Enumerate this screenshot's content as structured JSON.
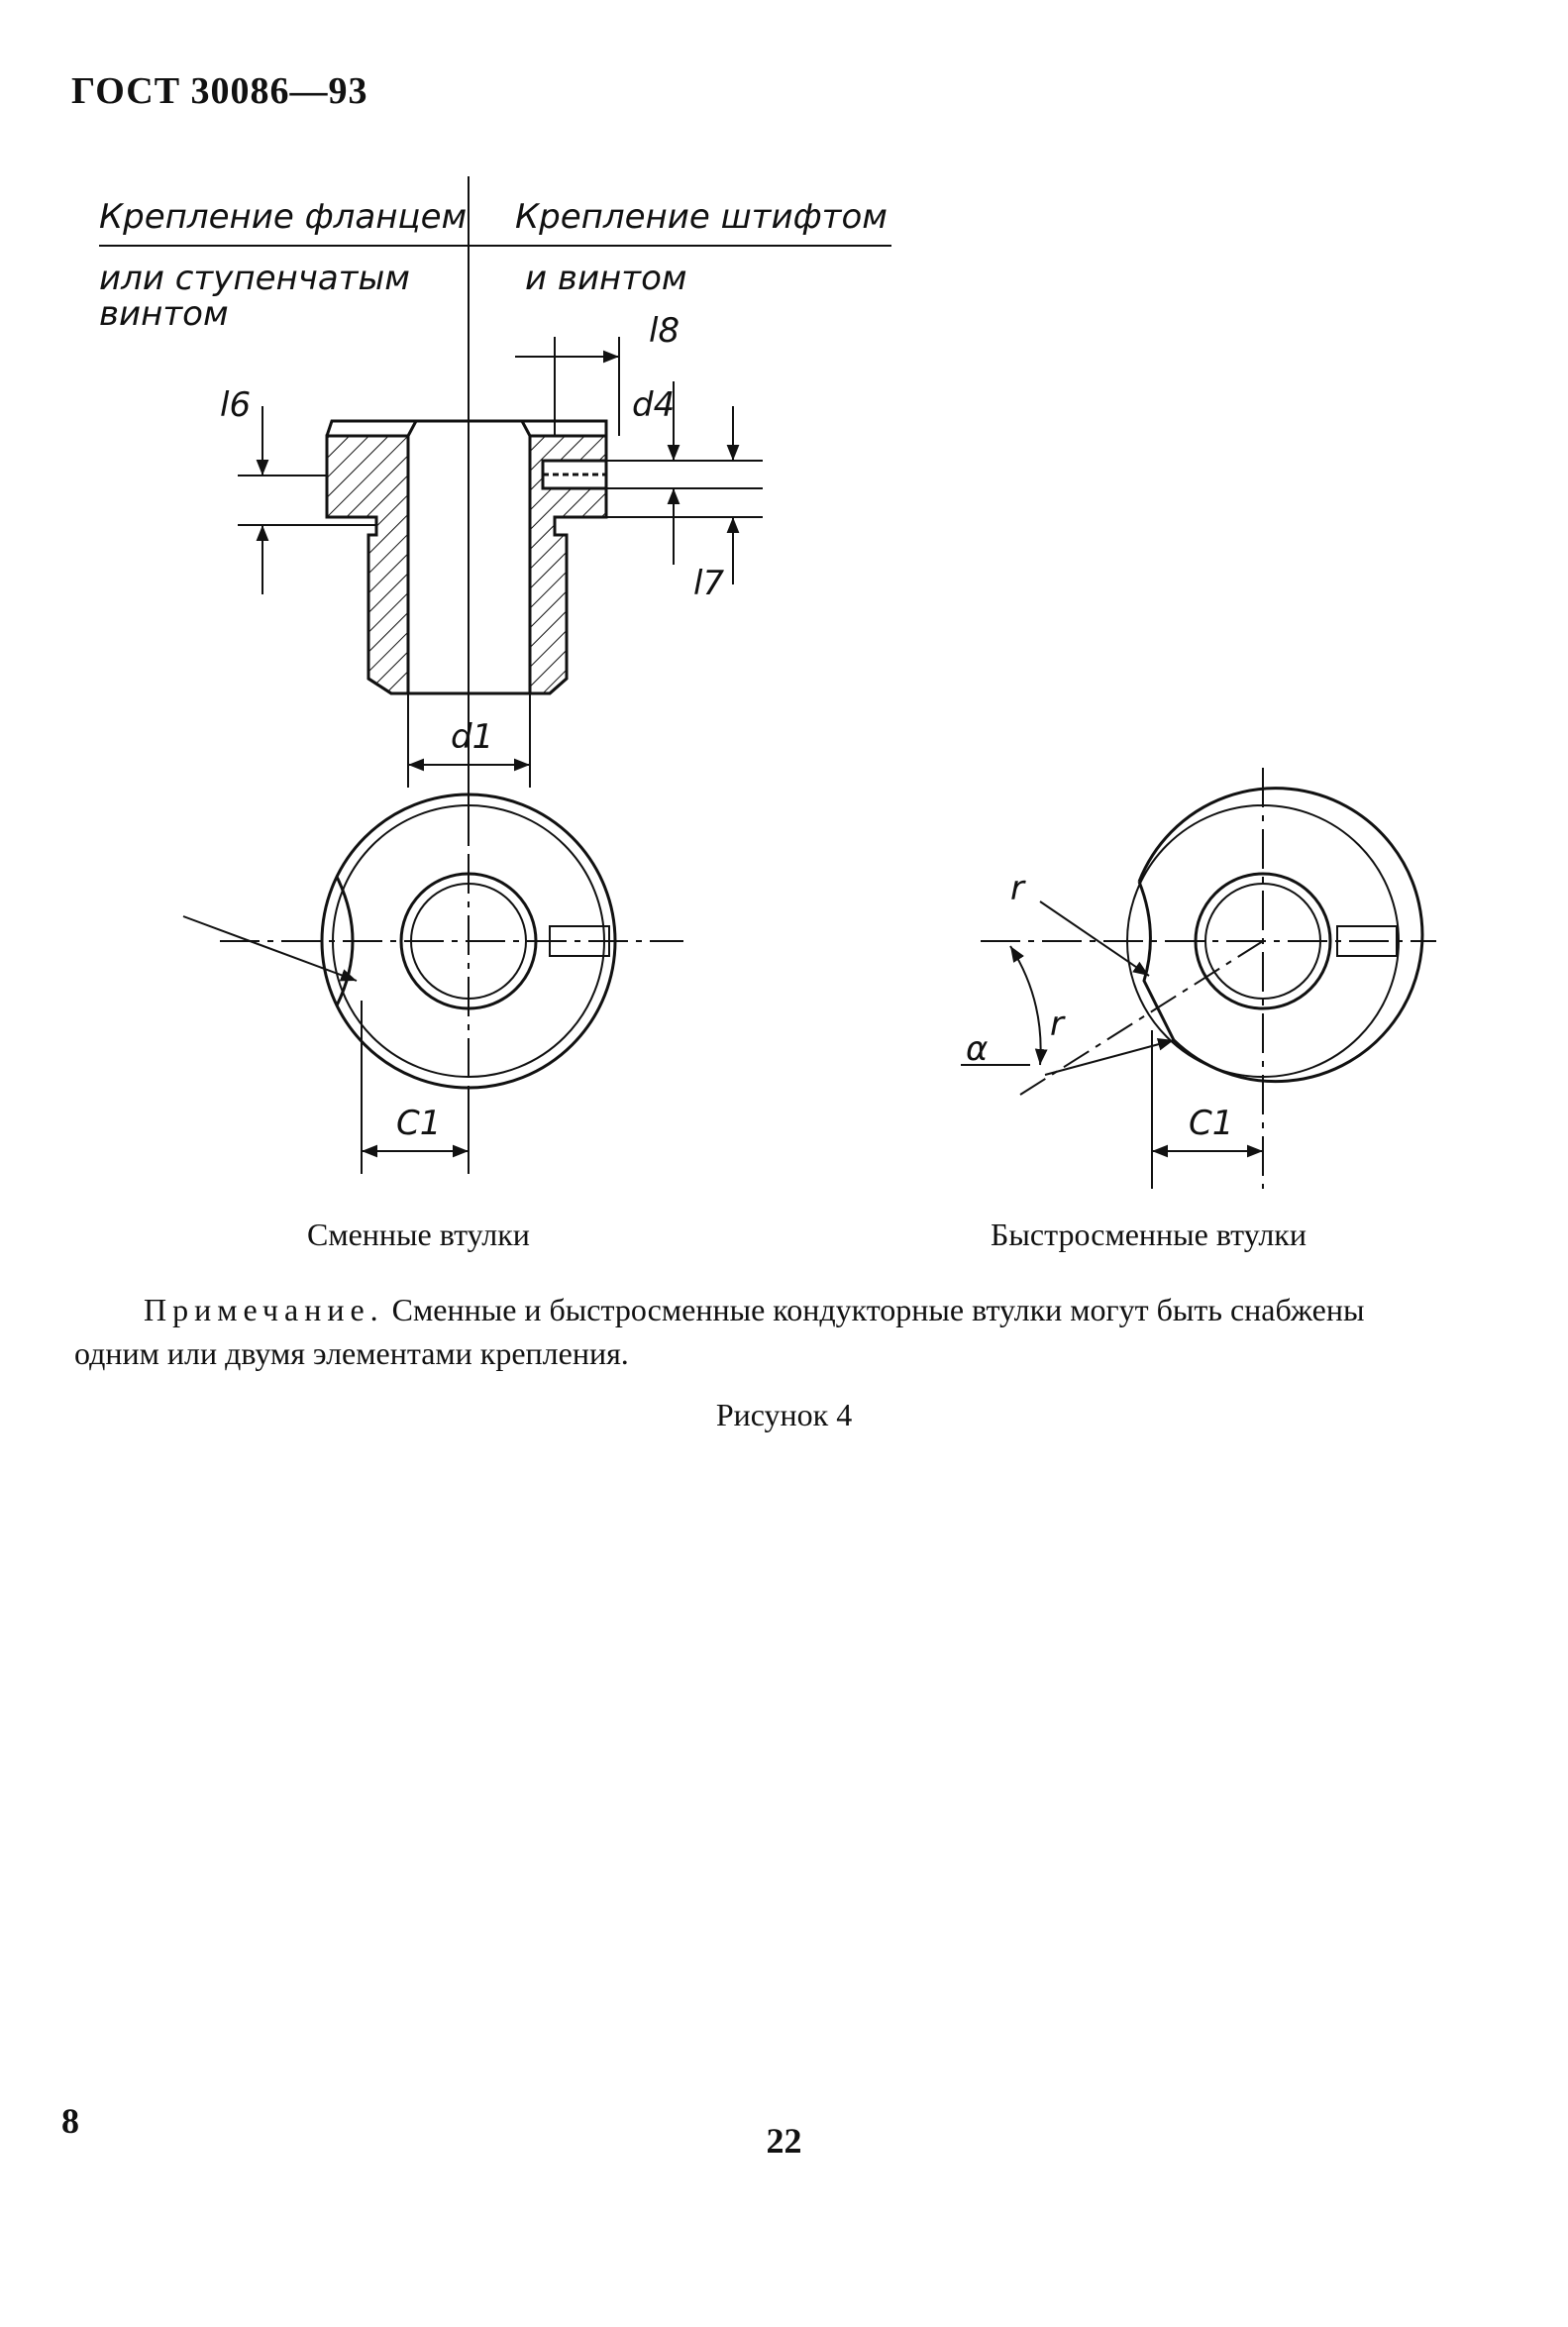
{
  "header": {
    "title": "ГОСТ 30086—93"
  },
  "figure": {
    "header_left_line1": "Крепление фланцем",
    "header_left_line2": "или ступенчатым",
    "header_left_line3": "винтом",
    "header_right_line1": "Крепление штифтом",
    "header_right_line2": "и винтом",
    "dims": {
      "l8": "l8",
      "l6": "l6",
      "d4": "d4",
      "l7": "l7",
      "d1": "d1",
      "c1_left": "C1",
      "c1_right": "C1",
      "r_upper": "r",
      "r_lower": "r",
      "alpha": "α"
    },
    "caption_left": "Сменные втулки",
    "caption_right": "Быстросменные втулки"
  },
  "note": {
    "label": "Примечание.",
    "text": "Сменные  и быстросменные кондукторные втулки  могут быть снабжены одним или двумя элементами крепления."
  },
  "figure_number": "Рисунок 4",
  "footer": {
    "left_number": "8",
    "page_number": "22"
  }
}
